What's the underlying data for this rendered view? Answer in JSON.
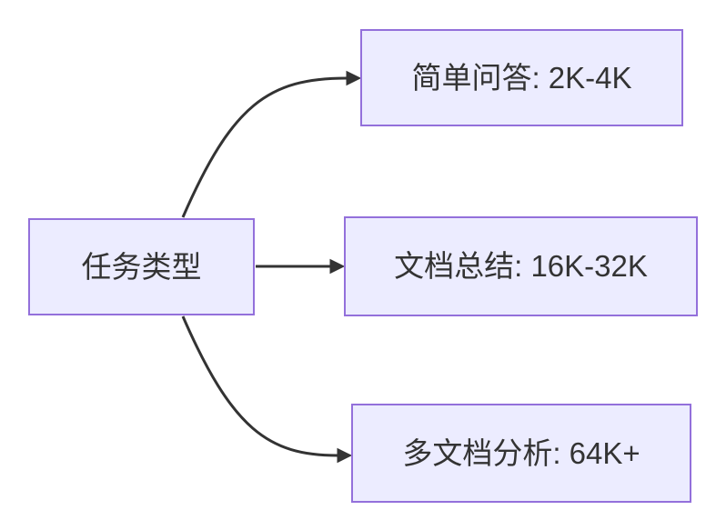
{
  "diagram": {
    "type": "flowchart",
    "direction": "left-to-right",
    "root": {
      "label": "任务类型"
    },
    "branches": [
      {
        "label": "简单问答: 2K-4K"
      },
      {
        "label": "文档总结: 16K-32K"
      },
      {
        "label": "多文档分析: 64K+"
      }
    ],
    "edges": [
      {
        "from": "任务类型",
        "to": "简单问答: 2K-4K"
      },
      {
        "from": "任务类型",
        "to": "文档总结: 16K-32K"
      },
      {
        "from": "任务类型",
        "to": "多文档分析: 64K+"
      }
    ],
    "colors": {
      "node_fill": "#ECECFF",
      "node_border": "#9370DB",
      "edge": "#333333",
      "text": "#333333",
      "background": "#FFFFFF"
    }
  }
}
